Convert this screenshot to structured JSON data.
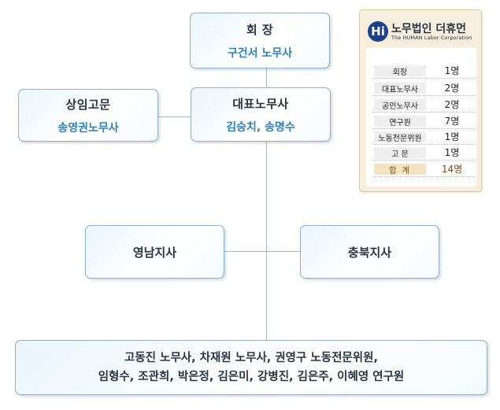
{
  "nodes": {
    "president": {
      "title": "회 장",
      "name": "구건서 노무사"
    },
    "advisor": {
      "title": "상임고문",
      "name": "송영권노무사"
    },
    "representative": {
      "title": "대표노무사",
      "name": "김승치, 송명수"
    },
    "branch_yeongnam": {
      "title": "영남지사"
    },
    "branch_chungbuk": {
      "title": "충북지사"
    },
    "staff": {
      "line1": "고동진 노무사, 차재원 노무사, 권영구 노동전문위원,",
      "line2": "임형수, 조관희, 박은정, 김은미, 강병진, 김은주, 이혜영 연구원"
    }
  },
  "panel": {
    "logo_mark": "Hi",
    "logo_name": "노무법인 더휴먼",
    "logo_subtitle": "The HUMAN Labor Corporation",
    "rows": [
      {
        "label": "회장",
        "value": "1명"
      },
      {
        "label": "대표노무사",
        "value": "2명"
      },
      {
        "label": "공인노무사",
        "value": "2명"
      },
      {
        "label": "연구원",
        "value": "7명"
      },
      {
        "label": "노동전문위원",
        "value": "1명"
      },
      {
        "label": "고 문",
        "value": "1명"
      }
    ],
    "total": {
      "label": "합 계",
      "value": "14명"
    }
  }
}
